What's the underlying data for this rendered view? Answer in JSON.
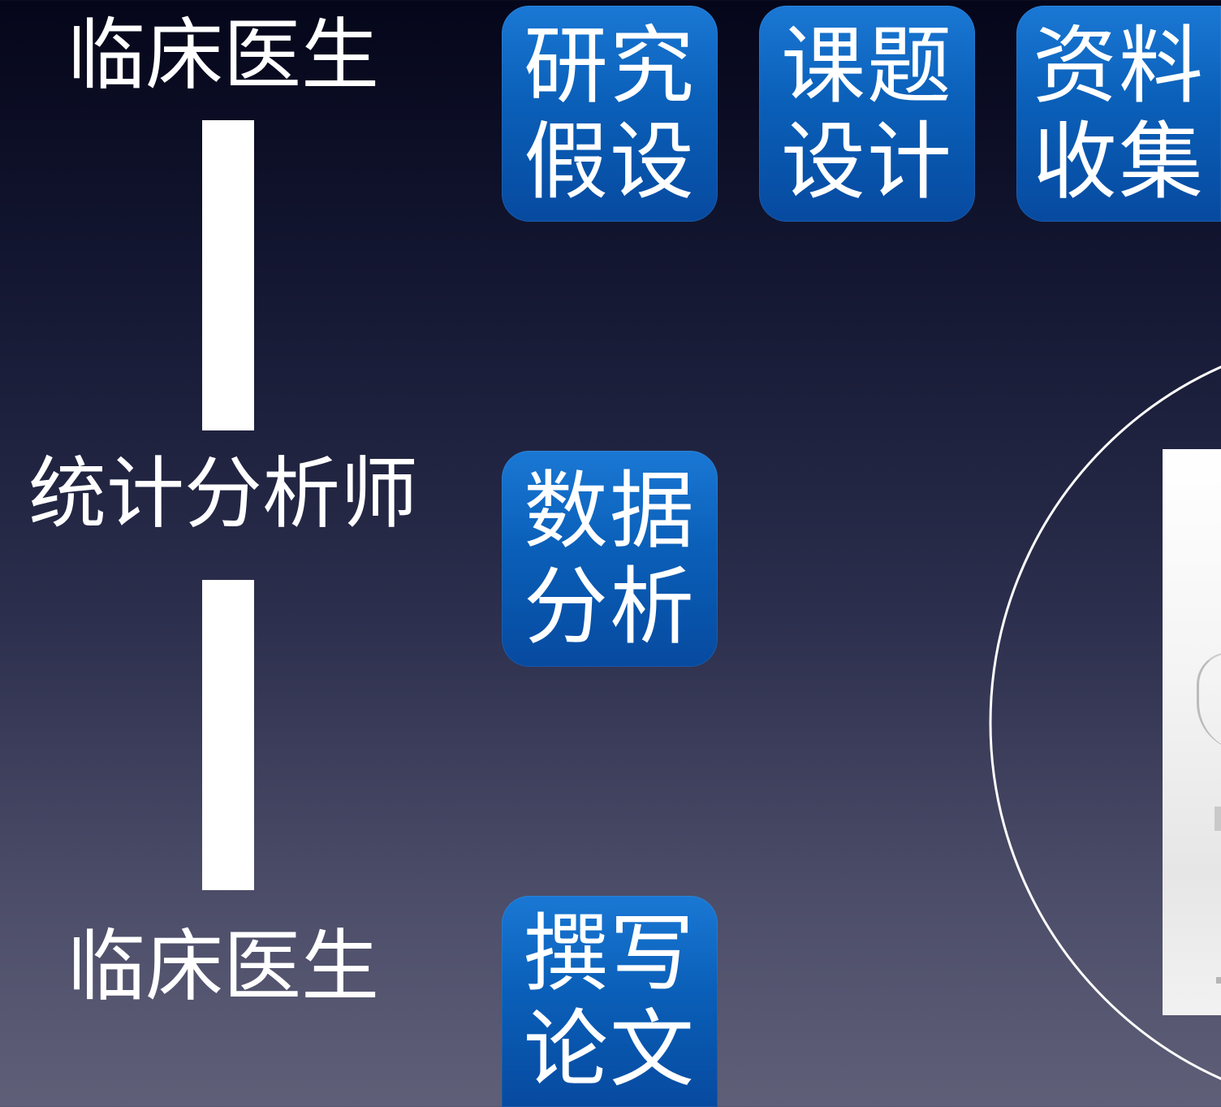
{
  "roles": {
    "top": "临床医生",
    "middle": "统计分析师",
    "bottom": "临床医生"
  },
  "steps": [
    {
      "line1": "研究",
      "line2": "假设"
    },
    {
      "line1": "课题",
      "line2": "设计"
    },
    {
      "line1": "资料",
      "line2": "收集"
    },
    {
      "line1": "数据",
      "line2": "分析"
    },
    {
      "line1": "撰写",
      "line2": "论文"
    }
  ],
  "colors": {
    "tile": "#0a5fb8",
    "text": "#ffffff"
  }
}
